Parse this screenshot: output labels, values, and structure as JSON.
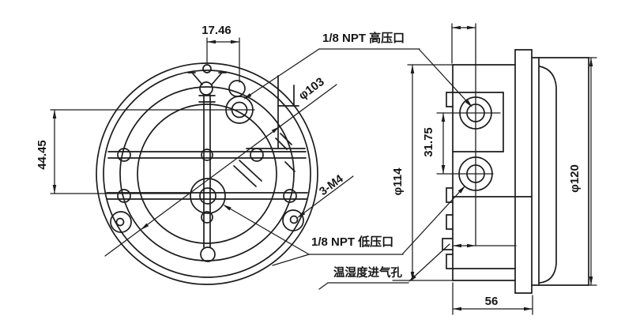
{
  "labels": {
    "high_pressure": "1/8 NPT 高压口",
    "low_pressure": "1/8 NPT 低压口",
    "vent": "温湿度进气孔",
    "thread_holes": "3-M4"
  },
  "dimensions": {
    "offset_x": "17.46",
    "offset_y": "44.45",
    "port_spacing": "31.75",
    "bolt_circle": "φ103",
    "body_diameter": "φ114",
    "bezel_diameter": "φ120",
    "depth": "56"
  },
  "colors": {
    "line": "#1c1c1c",
    "background": "#ffffff"
  }
}
